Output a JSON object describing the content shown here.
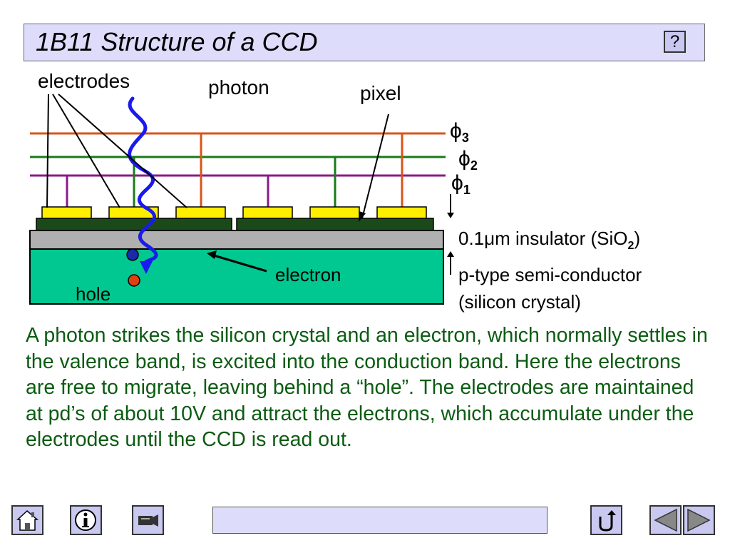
{
  "title": "1B11 Structure of a CCD",
  "help_label": "?",
  "colors": {
    "phi3": "#d9541a",
    "phi2": "#1a7a1a",
    "phi1": "#8a1a8a",
    "electrode": "#ffee00",
    "backplate": "#1a4a1a",
    "insulator": "#b0b0b0",
    "semiconductor": "#00c890",
    "photon": "#1a1aee",
    "electron_dot": "#1a2aaa",
    "hole_dot": "#e04010",
    "body_text": "#0b5c12"
  },
  "diagram": {
    "labels": {
      "electrodes": "electrodes",
      "photon": "photon",
      "pixel": "pixel",
      "phi_symbol": "ϕ",
      "phi3_sub": "3",
      "phi2_sub": "2",
      "phi1_sub": "1",
      "insulator_pre": "0.1",
      "insulator_mu": "μ",
      "insulator_mid": "m insulator (SiO",
      "insulator_sub": "2",
      "insulator_post": ")",
      "semiconductor_line1": "p-type semi-conductor",
      "semiconductor_line2": "(silicon crystal)",
      "electron": "electron",
      "hole": "hole"
    }
  },
  "body_text": "A photon strikes the silicon crystal and an electron, which normally settles in the valence band, is excited into the conduction band. Here the electrons are free to migrate, leaving behind a “hole”. The electrodes are maintained at pd’s of about 10V and attract the electrons, which accumulate under the electrodes until the CCD is read out.",
  "toolbar": {
    "icons": [
      "home-icon",
      "info-icon",
      "camera-icon",
      "return-icon",
      "previous-icon",
      "next-icon"
    ]
  }
}
